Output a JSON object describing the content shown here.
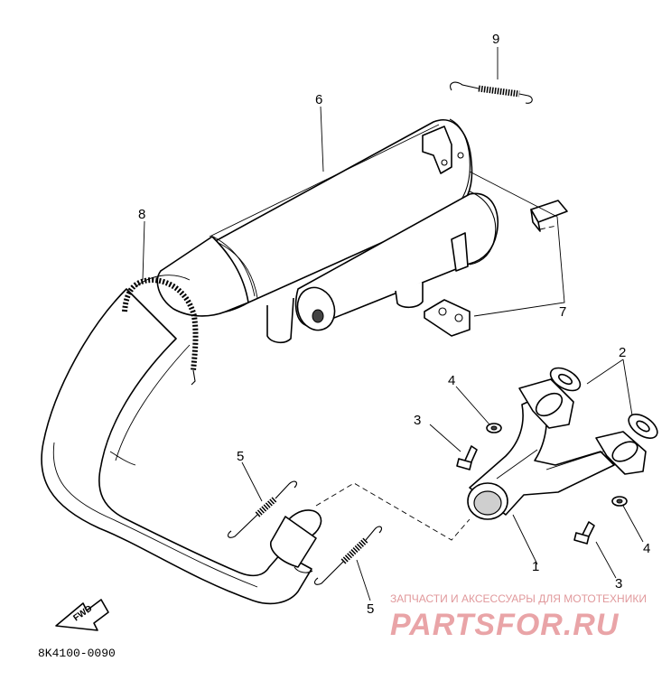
{
  "callouts": {
    "c1": "1",
    "c2": "2",
    "c3a": "3",
    "c3b": "3",
    "c4a": "4",
    "c4b": "4",
    "c5a": "5",
    "c5b": "5",
    "c6": "6",
    "c7": "7",
    "c8": "8",
    "c9": "9"
  },
  "fwd_label": "FWD",
  "reference_code": "8K4100-0090",
  "watermark": {
    "tagline": "ЗАПЧАСТИ И АКСЕССУАРЫ ДЛЯ МОТОТЕХНИКИ",
    "brand": "PARTSFOR.RU"
  },
  "icons": [
    "fwd-arrow-icon"
  ]
}
